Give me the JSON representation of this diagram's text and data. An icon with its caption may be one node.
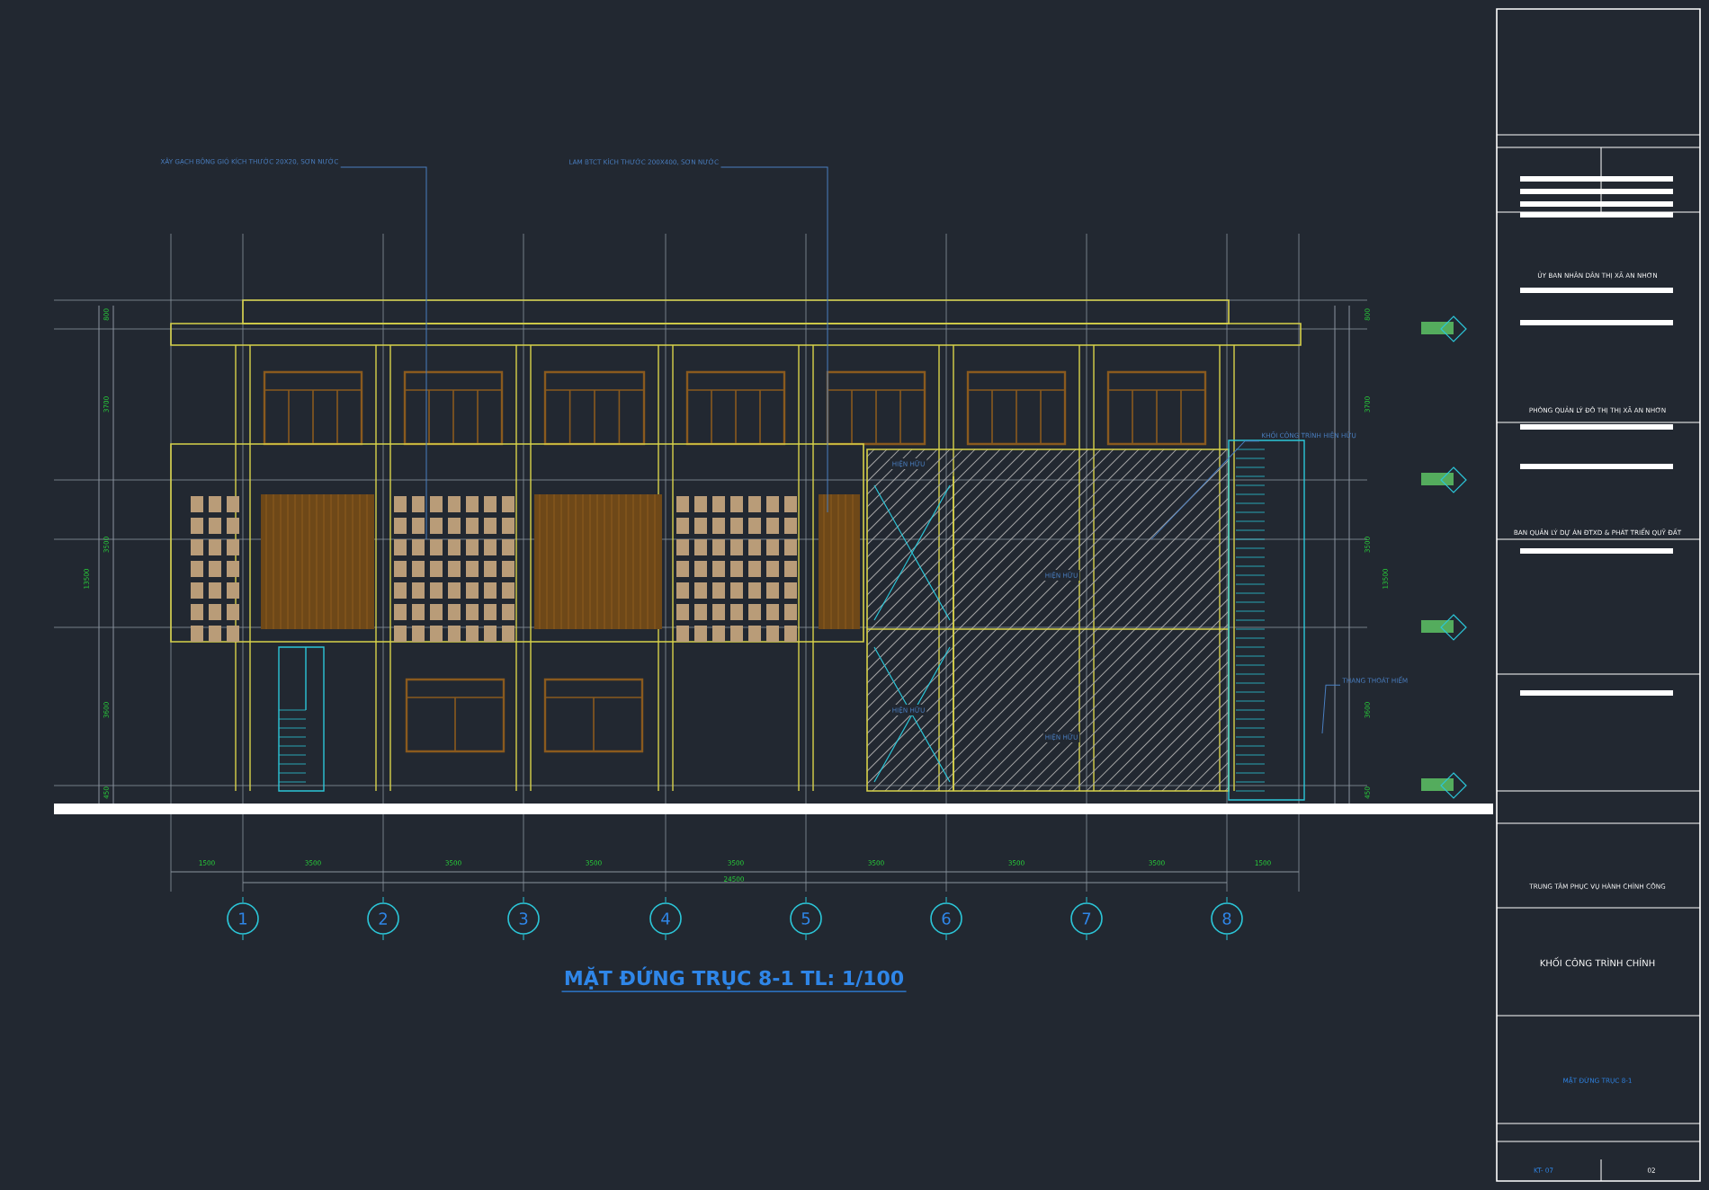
{
  "diagram": {
    "title": "MẶT ĐỨNG TRỤC 8-1  TL: 1/100",
    "nodes": [
      {
        "text": [
          "XÂY GẠCH BÔNG GIÓ KÍCH THƯỚC 20X20, SƠN NƯỚC"
        ]
      },
      {
        "text": [
          "LAM BTCT KÍCH THƯỚC 200X400, SƠN NƯỚC"
        ]
      },
      {
        "text": [
          "KHỐI CÔNG TRÌNH HIỆN HỮU"
        ]
      },
      {
        "text": [
          "THANG THOÁT HIỂM"
        ]
      },
      {
        "text": [
          "1"
        ]
      },
      {
        "text": [
          "2"
        ]
      },
      {
        "text": [
          "3"
        ]
      },
      {
        "text": [
          "4"
        ]
      },
      {
        "text": [
          "5"
        ]
      },
      {
        "text": [
          "6"
        ]
      },
      {
        "text": [
          "7"
        ]
      },
      {
        "text": [
          "8"
        ]
      }
    ],
    "edges": [
      {
        "from": 0,
        "to": null,
        "arrow": "none"
      },
      {
        "from": 1,
        "to": null,
        "arrow": "none"
      },
      {
        "from": 2,
        "to": null,
        "arrow": "none"
      },
      {
        "from": 3,
        "to": null,
        "arrow": "none"
      }
    ],
    "labels": [
      "800",
      "3700",
      "3500",
      "13500",
      "3600",
      "450",
      "800",
      "3700",
      "3500",
      "13500",
      "3600",
      "450",
      "HIỆN HỮU",
      "HIỆN HỮU",
      "HIỆN HỮU",
      "HIỆN HỮU",
      "1500",
      "3500",
      "3500",
      "3500",
      "3500",
      "3500",
      "3500",
      "3500",
      "1500",
      "24500",
      "ỦY BAN NHÂN DÂN THỊ XÃ AN NHƠN",
      "PHÒNG QUẢN LÝ ĐÔ THỊ THỊ XÃ AN NHƠN",
      "BAN QUẢN LÝ DỰ ÁN ĐTXD & PHÁT TRIỂN QUỸ ĐẤT",
      "TRUNG TÂM PHỤC VỤ HÀNH CHÍNH CÔNG",
      "KHỐI CÔNG TRÌNH CHÍNH",
      "MẶT ĐỨNG TRỤC 8-1",
      "KT- 07",
      "02"
    ]
  }
}
